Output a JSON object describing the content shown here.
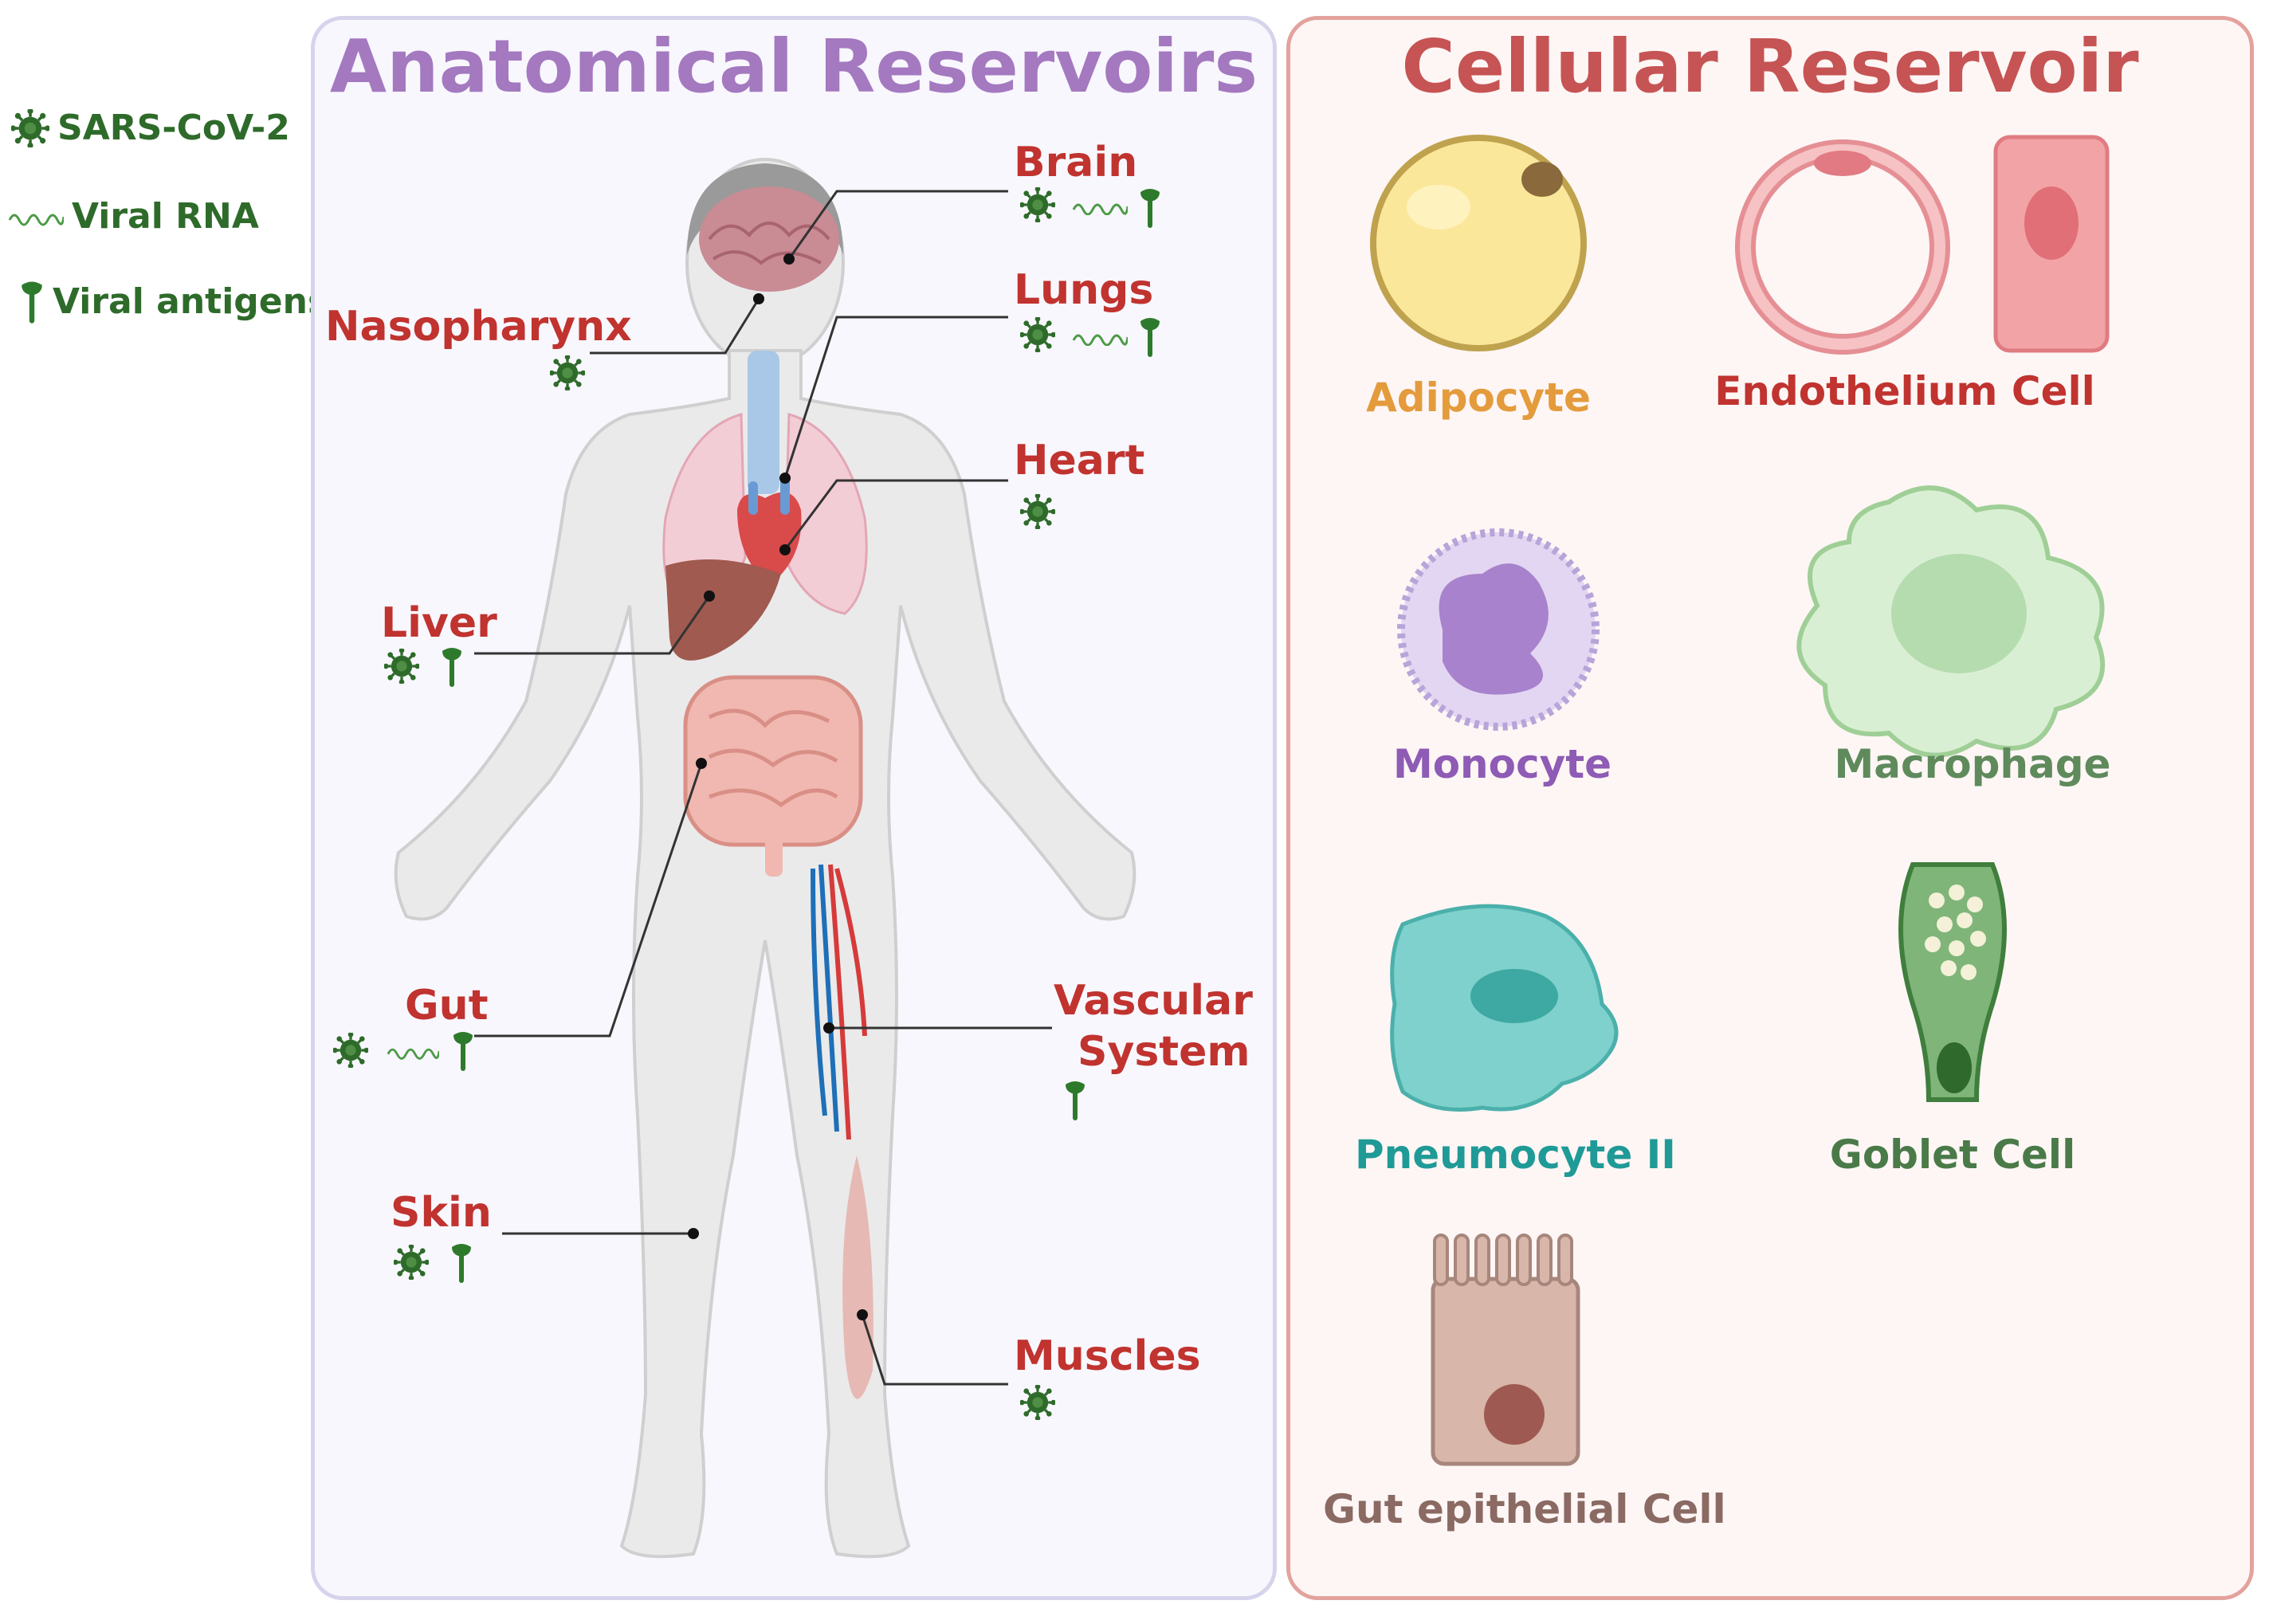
{
  "legend": {
    "virus": "SARS-CoV-2",
    "rna": "Viral RNA",
    "antigen": "Viral antigens"
  },
  "anatomical": {
    "title": "Anatomical Reservoirs",
    "organs": {
      "brain": "Brain",
      "nasopharynx": "Nasopharynx",
      "lungs": "Lungs",
      "heart": "Heart",
      "liver": "Liver",
      "gut": "Gut",
      "vascular_line1": "Vascular",
      "vascular_line2": "System",
      "skin": "Skin",
      "muscles": "Muscles"
    }
  },
  "cellular": {
    "title": "Cellular Reservoir",
    "cells": {
      "adipocyte": "Adipocyte",
      "endothelium": "Endothelium Cell",
      "monocyte": "Monocyte",
      "macrophage": "Macrophage",
      "pneumocyte": "Pneumocyte II",
      "goblet": "Goblet Cell",
      "gut_epithelial": "Gut epithelial Cell"
    }
  },
  "colors": {
    "virus_green": "#2e6b2a",
    "organ_red": "#c0332f",
    "anat_title": "#a479c0",
    "cell_title": "#c65454",
    "adipocyte": "#e49b3c",
    "endothelium": "#c0332f",
    "monocyte": "#8e5bb5",
    "macrophage": "#5f8a5c",
    "pneumocyte": "#1f9a97",
    "goblet": "#4a7a48",
    "gut_epithelial": "#8a6a62"
  }
}
